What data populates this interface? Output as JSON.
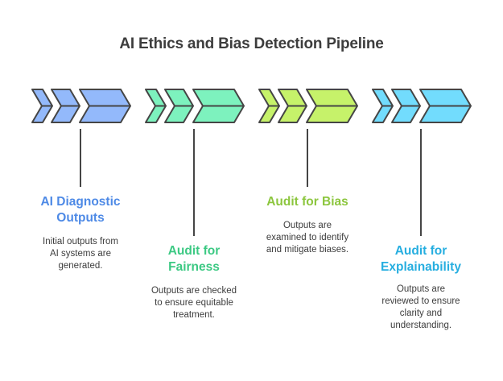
{
  "title": "AI Ethics and Bias Detection Pipeline",
  "colors": {
    "outline": "#454545",
    "connector": "#454545",
    "title_text": "#3d3d3d",
    "body_text": "#3d3d3d"
  },
  "steps": [
    {
      "title_line1": "AI Diagnostic",
      "title_line2": "Outputs",
      "desc_line1": "Initial outputs from",
      "desc_line2": "AI systems are",
      "desc_line3": "generated.",
      "desc_line4": "",
      "fill": "#93b9fb",
      "title_color": "#4e8ae6",
      "icon": "chevrons-right-icon"
    },
    {
      "title_line1": "Audit for",
      "title_line2": "Fairness",
      "desc_line1": "Outputs are checked",
      "desc_line2": "to ensure equitable",
      "desc_line3": "treatment.",
      "desc_line4": "",
      "fill": "#7df2be",
      "title_color": "#3cc983",
      "icon": "chevrons-right-icon"
    },
    {
      "title_line1": "Audit for Bias",
      "title_line2": "",
      "desc_line1": "Outputs are",
      "desc_line2": "examined to identify",
      "desc_line3": "and mitigate biases.",
      "desc_line4": "",
      "fill": "#c6f26a",
      "title_color": "#8cc63e",
      "icon": "chevrons-right-icon"
    },
    {
      "title_line1": "Audit for",
      "title_line2": "Explainability",
      "desc_line1": "Outputs are",
      "desc_line2": "reviewed to ensure",
      "desc_line3": "clarity and",
      "desc_line4": "understanding.",
      "fill": "#72dcfd",
      "title_color": "#26aee0",
      "icon": "chevrons-right-icon"
    }
  ]
}
